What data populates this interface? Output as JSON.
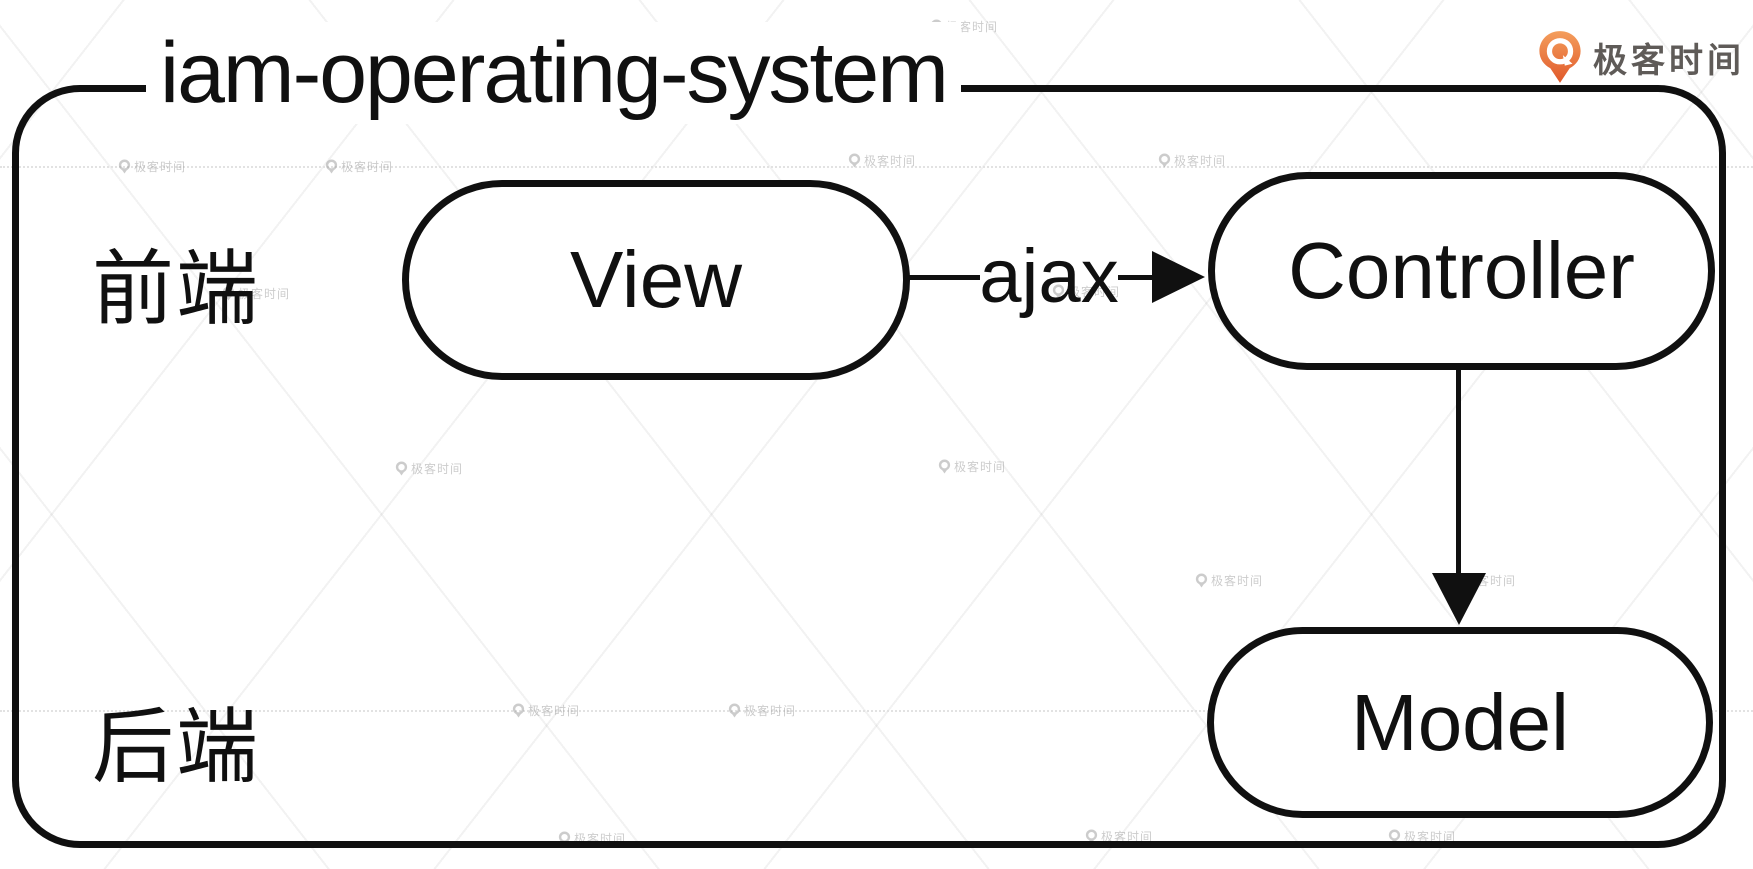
{
  "diagram": {
    "container_label": "iam-operating-system",
    "lanes": [
      {
        "id": "frontend",
        "label": "前端"
      },
      {
        "id": "backend",
        "label": "后端"
      }
    ],
    "nodes": [
      {
        "id": "view",
        "label": "View"
      },
      {
        "id": "controller",
        "label": "Controller"
      },
      {
        "id": "model",
        "label": "Model"
      }
    ],
    "edges": [
      {
        "from": "view",
        "to": "controller",
        "label": "ajax",
        "direction": "right"
      },
      {
        "from": "controller",
        "to": "model",
        "label": "",
        "direction": "down"
      }
    ],
    "stroke_color": "#101010"
  },
  "brand": {
    "logo_text": "极客时间",
    "pin_color_top": "#F49E5C",
    "pin_color_bottom": "#E0582A",
    "text_color": "#5F5B58"
  },
  "watermark": {
    "text": "极客时间",
    "color": "#9A9A9A"
  }
}
